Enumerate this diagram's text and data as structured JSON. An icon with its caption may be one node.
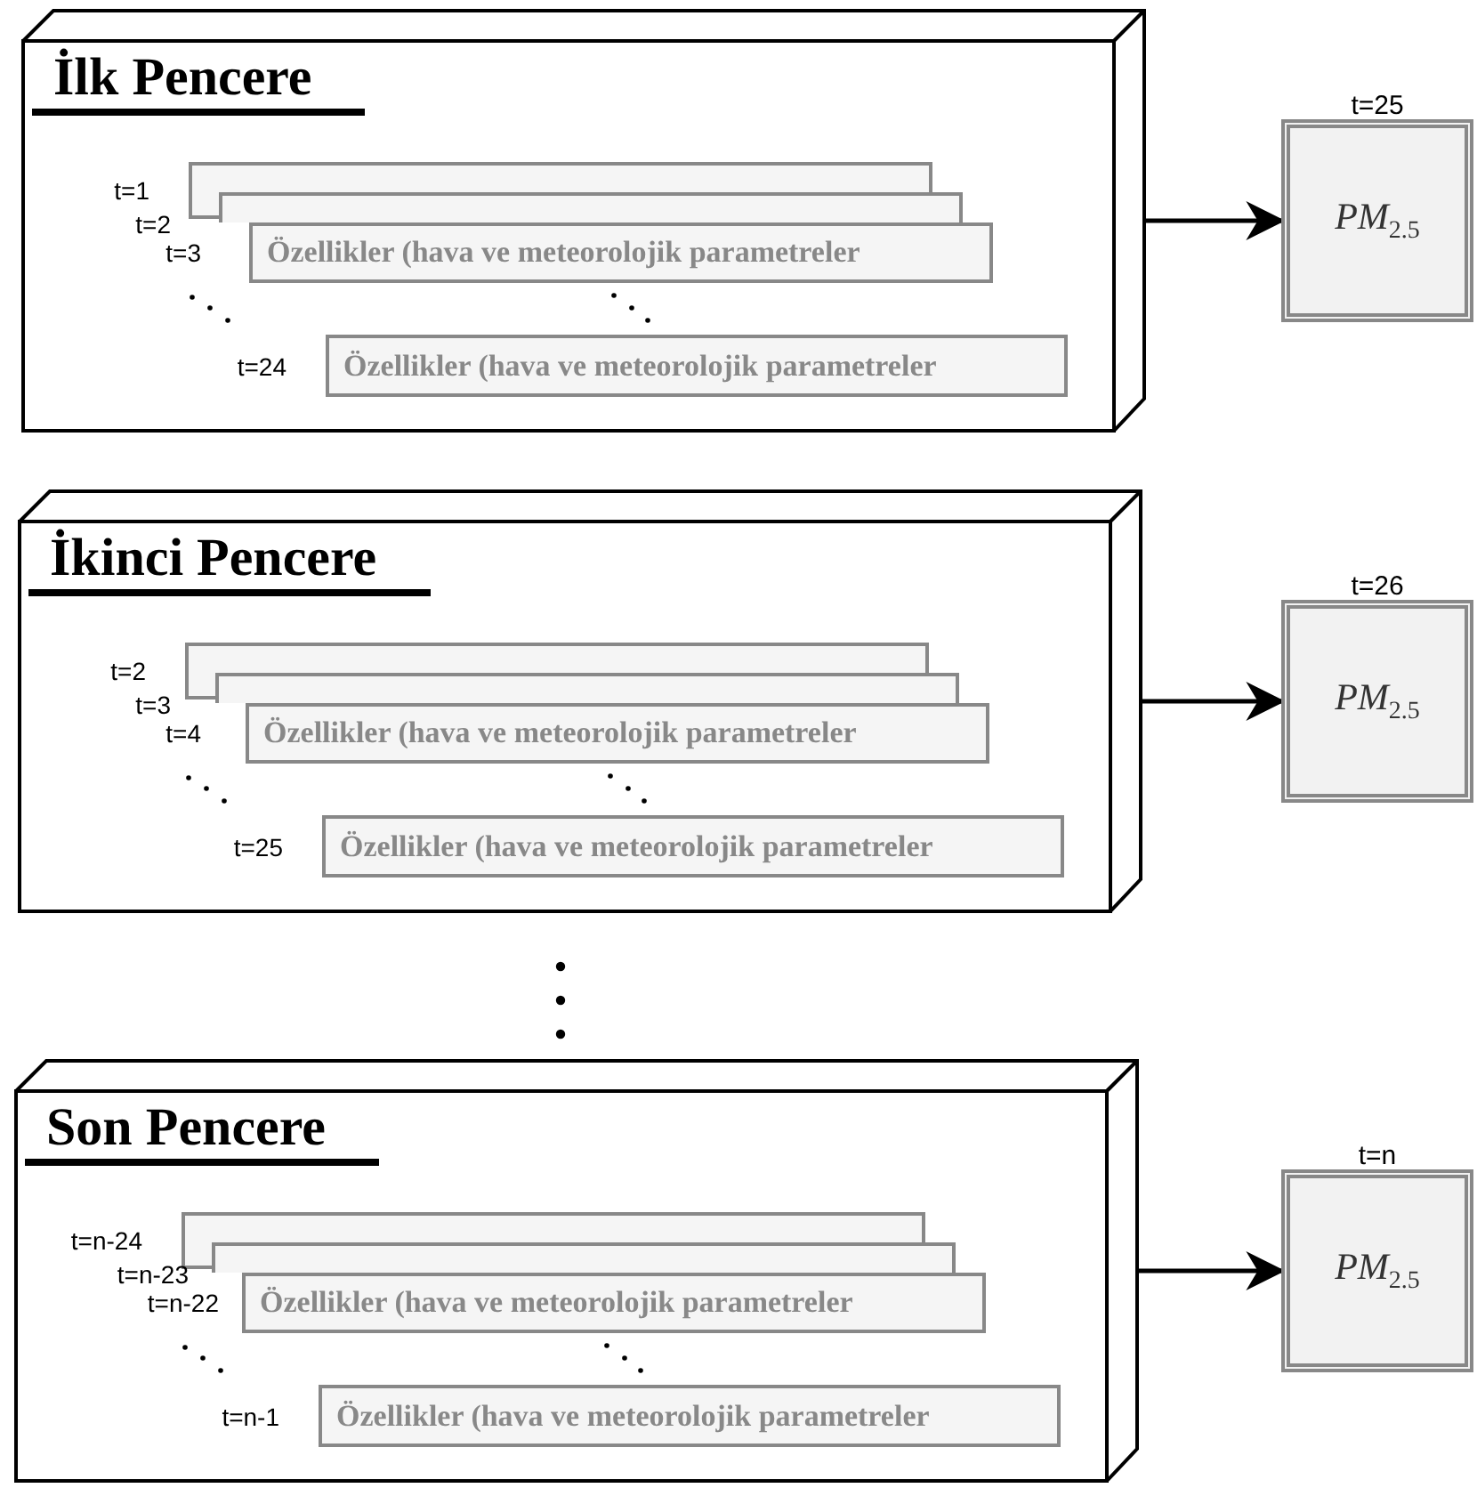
{
  "diagram": {
    "nodes": [
      {
        "text": [
          "İlk Pencere"
        ]
      },
      {
        "text": [],
        "shape": "box",
        "in": 0,
        "beside": [
          "t=1"
        ]
      },
      {
        "text": [],
        "shape": "box",
        "in": 0
      },
      {
        "text": [
          "Özellikler (hava ve meteorolojik parametreler"
        ],
        "in": 0
      },
      {
        "text": [
          "Özellikler (hava ve meteorolojik parametreler"
        ],
        "in": 0,
        "beside": [
          "t=24"
        ]
      },
      {
        "text": [
          "PM$_{2.5}$"
        ],
        "beside": [
          "t=25"
        ]
      },
      {
        "text": [
          "İkinci Pencere"
        ]
      },
      {
        "text": [],
        "shape": "box",
        "in": 6,
        "beside": [
          "t=2"
        ]
      },
      {
        "text": [],
        "shape": "box",
        "in": 6
      },
      {
        "text": [
          "Özellikler (hava ve meteorolojik parametreler"
        ],
        "in": 6
      },
      {
        "text": [
          "Özellikler (hava ve meteorolojik parametreler"
        ],
        "in": 6,
        "beside": [
          "t=25"
        ]
      },
      {
        "text": [
          "PM$_{2.5}$"
        ],
        "beside": [
          "t=26"
        ]
      },
      {
        "text": [
          "Son Pencere"
        ]
      },
      {
        "text": [],
        "shape": "box",
        "in": 12,
        "beside": [
          "t=n-24"
        ]
      },
      {
        "text": [],
        "shape": "box",
        "in": 12
      },
      {
        "text": [
          "Özellikler (hava ve meteorolojik parametreler"
        ],
        "in": 12
      },
      {
        "text": [
          "Özellikler (hava ve meteorolojik parametreler"
        ],
        "in": 12,
        "beside": [
          "t=n-1"
        ]
      },
      {
        "text": [
          "PM$_{2.5}$"
        ],
        "beside": [
          "t=n"
        ]
      }
    ],
    "edges": [
      {
        "from": 0,
        "to": 5,
        "arrow": "to"
      },
      {
        "from": 6,
        "to": 11,
        "arrow": "to"
      },
      {
        "from": 12,
        "to": 17,
        "arrow": "to"
      }
    ],
    "labels": [
      "t=2",
      "t=3",
      "t=3",
      "t=4",
      "t=n-23",
      "t=n-22"
    ]
  }
}
